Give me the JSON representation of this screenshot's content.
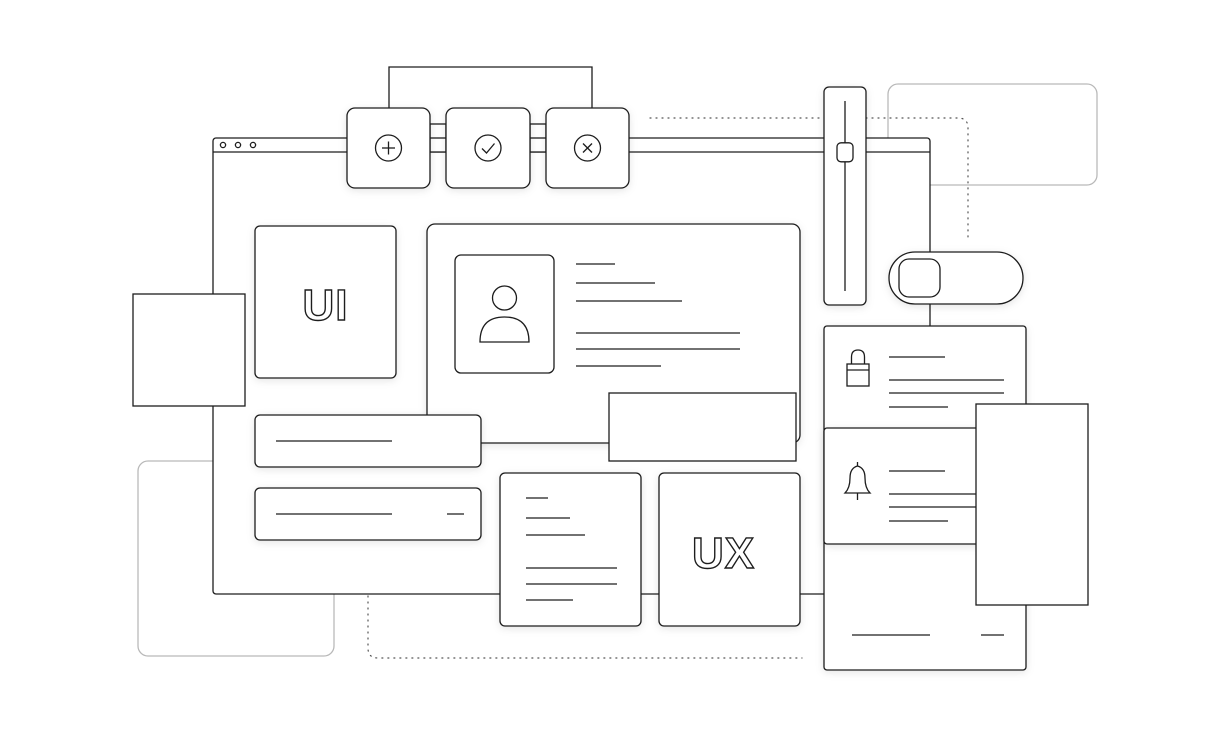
{
  "labels": {
    "ui": "UI",
    "ux": "UX"
  },
  "icons": {
    "add": "plus-circle-icon",
    "confirm": "check-circle-icon",
    "cancel": "x-circle-icon",
    "profile": "user-icon",
    "lock": "lock-icon",
    "bell": "bell-icon"
  },
  "controls": {
    "slider_level": 0.27,
    "toggle_on": false
  },
  "colors": {
    "line": "#1d1d1d",
    "muted": "#b9b9b9",
    "background": "#ffffff"
  }
}
